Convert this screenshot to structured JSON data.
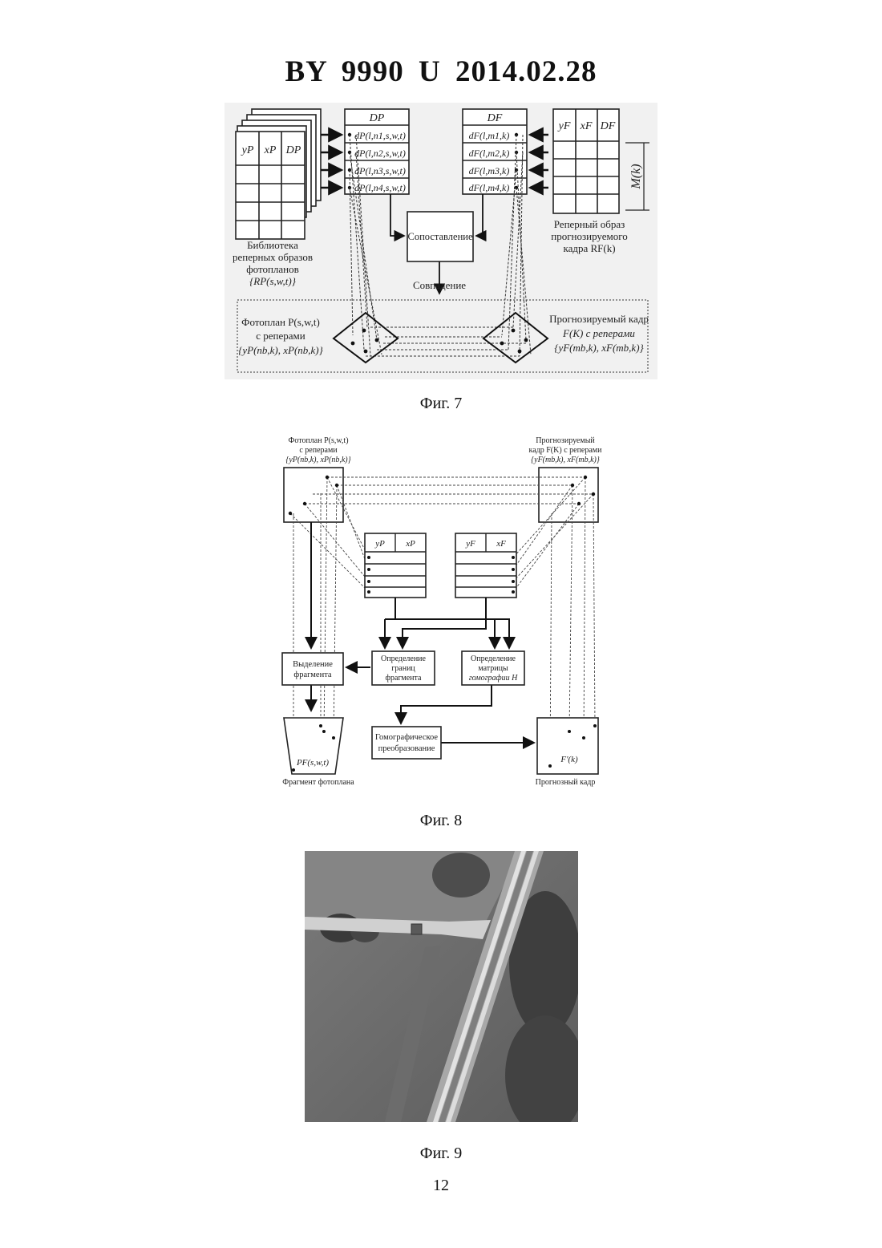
{
  "header": {
    "code": "BY 9990 U 2014.02.28"
  },
  "fig7": {
    "caption": "Фиг. 7",
    "library_table_headers": [
      "yP",
      "xP",
      "DP"
    ],
    "dp_header": "DP",
    "dp_rows": [
      "dP(l,n1,s,w,t)",
      "dP(l,n2,s,w,t)",
      "dP(l,n3,s,w,t)",
      "dP(l,n4,s,w,t)"
    ],
    "df_header": "DF",
    "df_rows": [
      "dF(l,m1,k)",
      "dF(l,m2,k)",
      "dF(l,m3,k)",
      "dF(l,m4,k)"
    ],
    "frame_table_headers": [
      "yF",
      "xF",
      "DF"
    ],
    "mk_label": "M(k)",
    "compare_label": "Сопоставление",
    "match_label": "Совпадение",
    "library_caption": [
      "Библиотека",
      "реперных образов",
      "фотопланов",
      "{RP(s,w,t)}"
    ],
    "frame_caption": [
      "Реперный образ",
      "прогнозируемого",
      "кадра RF(k)"
    ],
    "photoplan_caption": [
      "Фотоплан P(s,w,t)",
      "с реперами",
      "{yP(nb,k), xP(nb,k)}"
    ],
    "predicted_caption": [
      "Прогнозируемый кадр",
      "F(K) с реперами",
      "{yF(mb,k), xF(mb,k)}"
    ]
  },
  "fig8": {
    "caption": "Фиг. 8",
    "photoplan_caption": [
      "Фотоплан P(s,w,t)",
      "с реперами",
      "{yP(nb,k), xP(nb,k)}"
    ],
    "predicted_caption": [
      "Прогнозируемый",
      "кадр F(K) с реперами",
      "{yF(mb,k), xF(mb,k)}"
    ],
    "table_p_headers": [
      "yP",
      "xP"
    ],
    "table_f_headers": [
      "yF",
      "xF"
    ],
    "select_fragment": [
      "Выделение",
      "фрагмента"
    ],
    "fragment_bounds": [
      "Определение",
      "границ",
      "фрагмента"
    ],
    "homography_matrix": [
      "Определение",
      "матрицы",
      "гомографии H"
    ],
    "homography_transform": [
      "Гомографическое",
      "преобразование"
    ],
    "fragment_label": "PF(s,w,t)",
    "fragment_caption": "Фрагмент фотоплана",
    "forecast_label": "F'(k)",
    "forecast_caption": "Прогнозный кадр"
  },
  "fig9": {
    "caption": "Фиг. 9"
  },
  "page_number": "12"
}
